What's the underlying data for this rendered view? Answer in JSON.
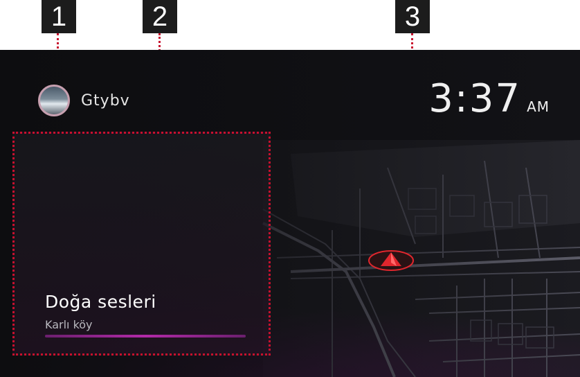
{
  "callouts": [
    {
      "number": "1"
    },
    {
      "number": "2"
    },
    {
      "number": "3"
    }
  ],
  "profile": {
    "name": "Gtybv",
    "avatar_icon": "profile-avatar"
  },
  "clock": {
    "time": "3:37",
    "ampm": "AM"
  },
  "media": {
    "title": "Doğa sesleri",
    "subtitle": "Karlı köy",
    "progress": 1.0
  },
  "map": {
    "position_icon": "vehicle-position-arrow-icon",
    "accent_color": "#e0262d"
  },
  "colors": {
    "callout_line": "#c8102e",
    "media_accent": "#b22aa8"
  }
}
